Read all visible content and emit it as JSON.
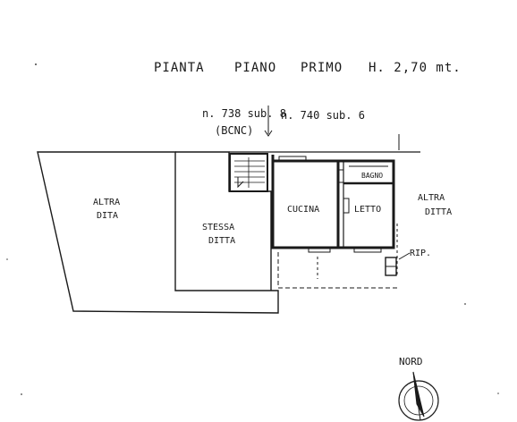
{
  "title": {
    "pianta": "PIANTA",
    "piano": "PIANO",
    "primo": "PRIMO",
    "height": "H. 2,70 mt."
  },
  "references": {
    "ref_738": "n. 738 sub. 8",
    "ref_738_note": "(BCNC)",
    "ref_740": "n. 740   sub. 6"
  },
  "labels": {
    "altra_left_1": "ALTRA",
    "altra_left_2": "DITA",
    "stessa_1": "STESSA",
    "stessa_2": "DITTA",
    "cucina": "CUCINA",
    "letto": "LETTO",
    "bagno": "BAGNO",
    "altra_right_1": "ALTRA",
    "altra_right_2": "DITTA",
    "rip": "RIP."
  },
  "compass": {
    "label": "NORD"
  }
}
